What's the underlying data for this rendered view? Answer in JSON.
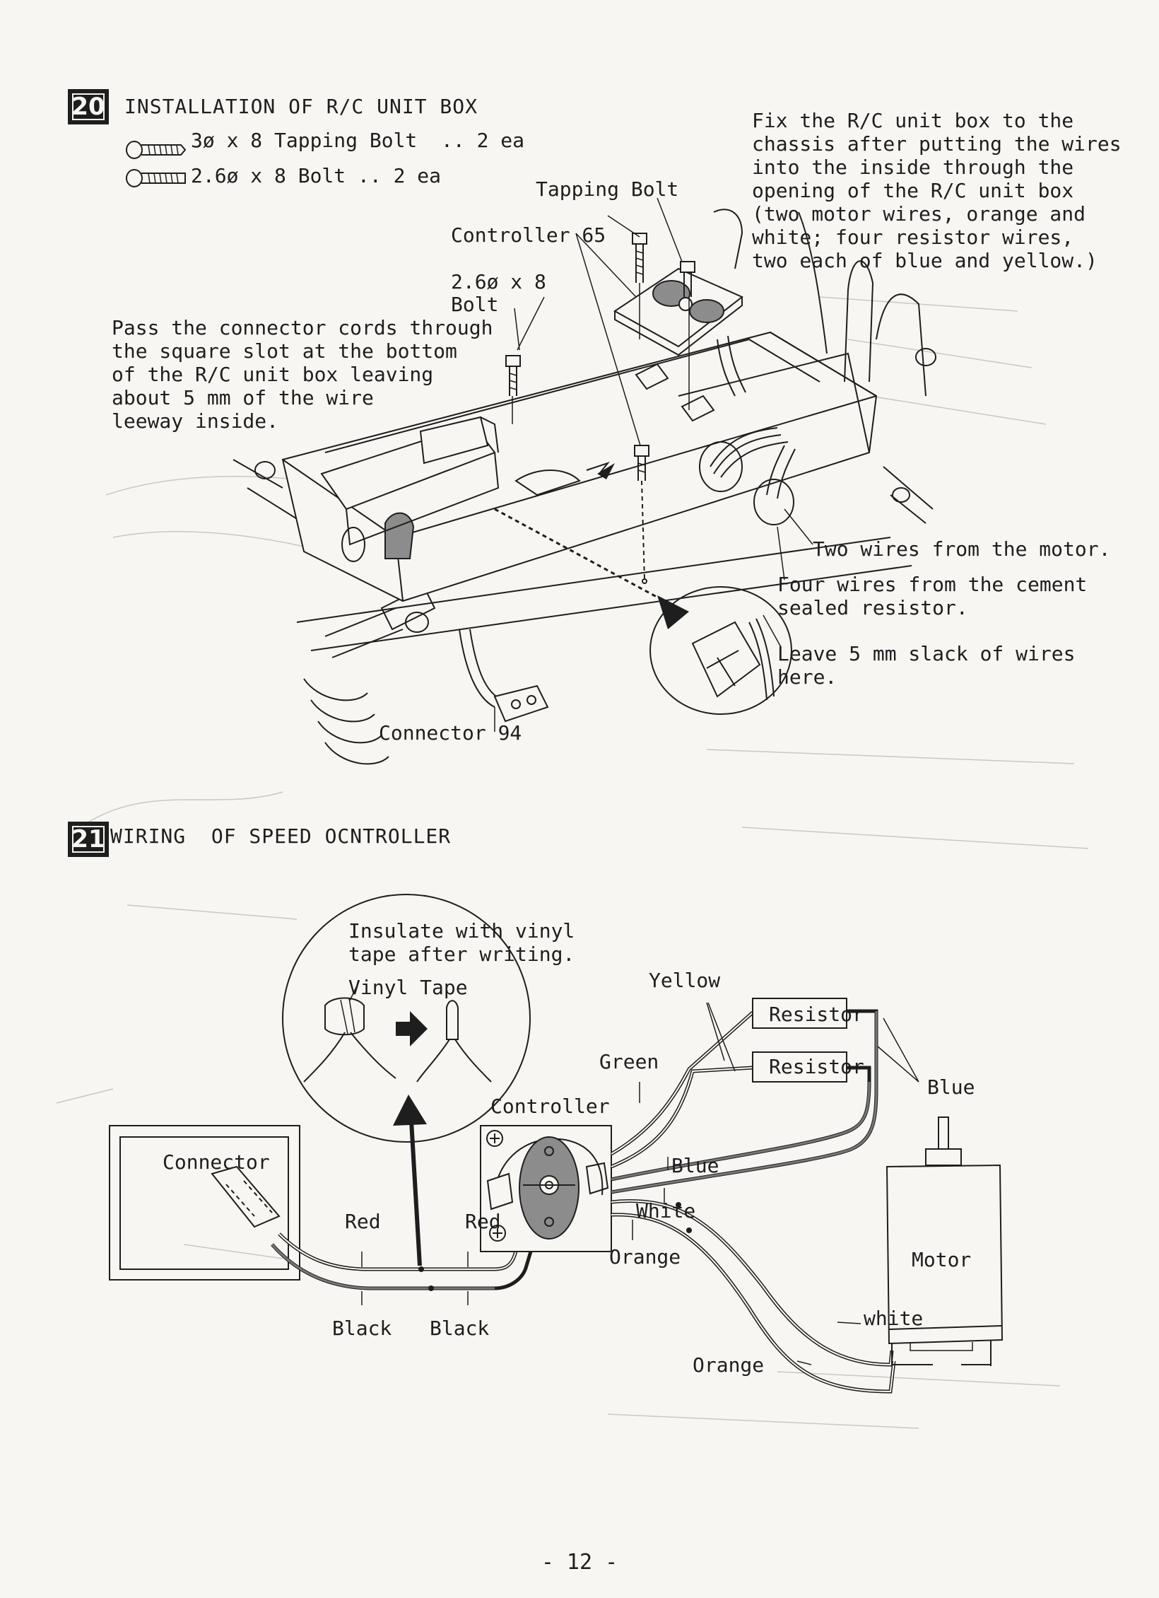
{
  "section20": {
    "number": "20",
    "title": "INSTALLATION OF R/C UNIT BOX",
    "parts": [
      {
        "icon": "tapping-bolt-icon",
        "text": "3ø x 8 Tapping Bolt  .. 2 ea"
      },
      {
        "icon": "bolt-icon",
        "text": "2.6ø x 8 Bolt .. 2 ea"
      }
    ],
    "labels": {
      "tapping_bolt": "Tapping Bolt",
      "controller": "Controller 65",
      "bolt_line1": "2.6ø x 8",
      "bolt_line2": "Bolt",
      "connector": "Connector 94",
      "two_wires": "Two wires from the motor.",
      "four_wires_1": "Four wires from the cement",
      "four_wires_2": "sealed resistor.",
      "slack_1": "Leave 5 mm slack of wires",
      "slack_2": "here."
    },
    "instruction_right": "Fix the R/C unit box to the\nchassis after putting the wires\ninto the inside through the\nopening of the R/C unit box\n(two motor wires, orange and\nwhite; four resistor wires,\ntwo each of blue and yellow.)",
    "instruction_left": "Pass the connector cords through\nthe square slot at the bottom\nof the R/C unit box leaving\nabout 5 mm of the wire\nleeway inside."
  },
  "section21": {
    "number": "21",
    "title": "WIRING  OF SPEED OCNTROLLER",
    "inset": {
      "line1": "Insulate with vinyl",
      "line2": "tape after writing.",
      "vinyl_tape": "Vinyl Tape"
    },
    "labels": {
      "yellow": "Yellow",
      "resistor_1": "Resistor",
      "resistor_2": "Resistor",
      "green": "Green",
      "blue_right": "Blue",
      "controller": "Controller",
      "connector": "Connector",
      "blue": "Blue",
      "white": "White",
      "orange": "Orange",
      "red_left": "Red",
      "red_right": "Red",
      "black_left": "Black",
      "black_right": "Black",
      "motor": "Motor",
      "white_motor": "white",
      "orange_motor": "Orange"
    }
  },
  "page_number": "-  12  -"
}
